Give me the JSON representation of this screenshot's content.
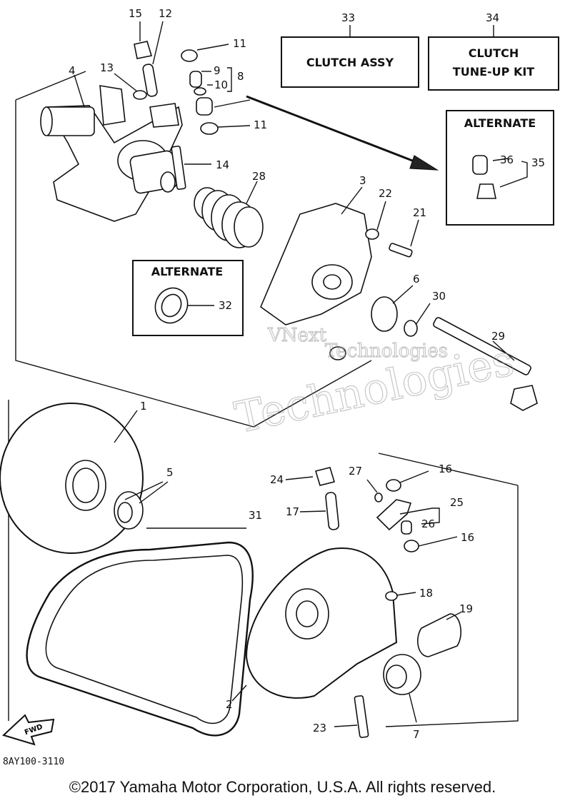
{
  "labels": {
    "c1": "1",
    "c2": "2",
    "c3": "3",
    "c4": "4",
    "c5": "5",
    "c6": "6",
    "c7": "7",
    "c8": "8",
    "c9": "9",
    "c10": "10",
    "c11a": "11",
    "c11b": "11",
    "c12": "12",
    "c13": "13",
    "c14": "14",
    "c15": "15",
    "c16a": "16",
    "c16b": "16",
    "c17": "17",
    "c18": "18",
    "c19": "19",
    "c21": "21",
    "c22": "22",
    "c23": "23",
    "c24": "24",
    "c25": "25",
    "c26": "26",
    "c27": "27",
    "c28": "28",
    "c29": "29",
    "c30": "30",
    "c31": "31",
    "c32": "32",
    "c33": "33",
    "c34": "34",
    "c35": "35",
    "c36": "36"
  },
  "boxes": {
    "clutch_assy": "CLUTCH ASSY",
    "tune_up_line1": "CLUTCH",
    "tune_up_line2": "TUNE-UP KIT",
    "alternate_right": "ALTERNATE",
    "alternate_left": "ALTERNATE"
  },
  "watermark": {
    "line1": "VNext",
    "line2": "Technologies",
    "line3": "Technologies"
  },
  "fwd_label": "FWD",
  "diagram_code": "8AY100-3110",
  "copyright": "©2017 Yamaha Motor Corporation, U.S.A. All rights reserved."
}
